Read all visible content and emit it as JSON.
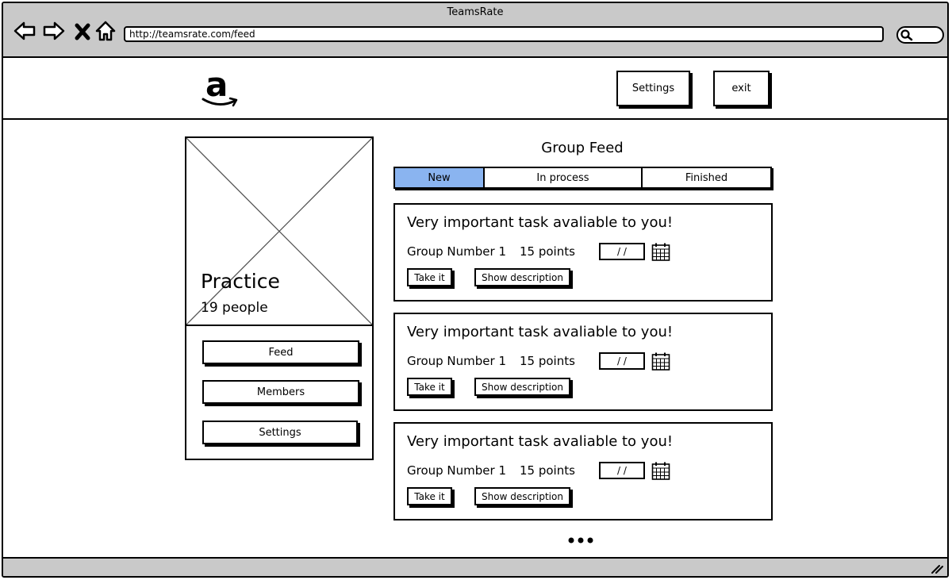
{
  "window": {
    "title": "TeamsRate"
  },
  "browser": {
    "url": "http://teamsrate.com/feed",
    "icons": [
      "back-icon",
      "forward-icon",
      "stop-icon",
      "home-icon",
      "search-icon"
    ]
  },
  "header": {
    "settings_label": "Settings",
    "exit_label": "exit",
    "logo": "amazon-logo"
  },
  "group": {
    "name": "Practice",
    "count": "19 people"
  },
  "sidebar": {
    "items": [
      {
        "label": "Feed"
      },
      {
        "label": "Members"
      },
      {
        "label": "Settings"
      }
    ]
  },
  "feed": {
    "title": "Group Feed",
    "tabs": [
      {
        "label": "New",
        "active": true
      },
      {
        "label": "In process"
      },
      {
        "label": "Finished"
      }
    ],
    "tasks": [
      {
        "title": "Very important task avaliable to you!",
        "group": "Group Number 1",
        "points": "15 points",
        "date": "/  /",
        "take_label": "Take it",
        "desc_label": "Show description"
      },
      {
        "title": "Very important task avaliable to you!",
        "group": "Group Number 1",
        "points": "15 points",
        "date": "/  /",
        "take_label": "Take it",
        "desc_label": "Show description"
      },
      {
        "title": "Very important task avaliable to you!",
        "group": "Group Number 1",
        "points": "15 points",
        "date": "/  /",
        "take_label": "Take it",
        "desc_label": "Show description"
      }
    ]
  },
  "colors": {
    "titlebar": "#c9c9c9",
    "active_tab": "#8ab4f0"
  }
}
